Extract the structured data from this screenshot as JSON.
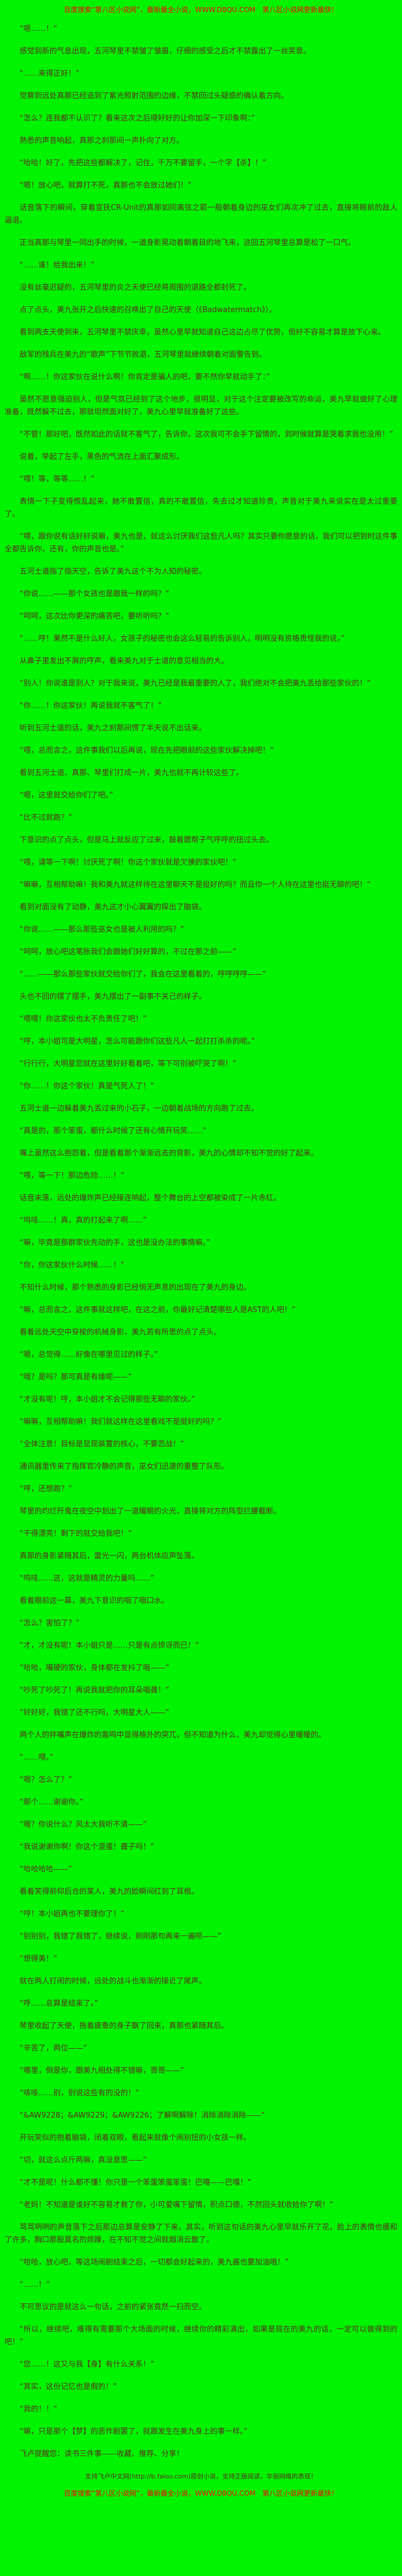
{
  "page": {
    "background_color": "#00f400",
    "text_color": "#5c2b21",
    "accent_color": "#ff0000"
  },
  "header": {
    "promo": "百度搜索“第八区小说网”，最新最全小说，WWW.D8QU.COM　第八区小说网更新最快！"
  },
  "content": {
    "paragraphs": [
      "“嗯……！”",
      "感觉到新的气息出现，五河琴里不禁皱了皱眉，仔细的感受之后才不禁露出了一丝笑意。",
      "“……来得正好！”",
      "觉察到远处真那已经追到了紫光照射范围的边缘，不禁回过头疑惑的确认着方向。",
      "“怎么？连我都不认识了？看来这次之后得好好的让你加深一下印象啊：”",
      "熟悉的声音响起，真那之刹那间一声扑向了对方。",
      "“哈哈！好了，先把这些都解决了，记住，千万不要留手，一个字【杀】！”",
      "“嗯！放心吧，就算打不死，真那也不会放过她们！”",
      "话音落下的瞬间，穿着宣抚CR-Unit的真那如同离弦之箭一般朝着身边的巫女们再次冲了过去，直接将眼前的敌人逼退。",
      "正当真那与琴里一同出手的时候，一道身影晃动着朝着目的地飞来，这回五河琴里总算是松了一口气。",
      "“……谁！给我出来！”",
      "没有丝毫迟疑的，五河琴里的炎之天使已经将周围的退路全都封死了。",
      "点了点头，美九张开之后快速的召唤出了自己的天使（《Badwatermatch》）。",
      "看到两支天使到来，五河琴里不禁庆幸，虽然心里早就知道自己这边占尽了优势，但好不容易才算是放下心来。",
      "敌军的残兵在美九的“歌声”下节节败退，五河琴里就继续朝着对面警告到。",
      "“啊……！你这家伙在说什么啊！你肯定是骗人的吧，要不然你早就动手了：”",
      "虽然不愿意强迫别人，但是气氛已经到了这个地步，很明显，对于这个注定要被改写的命运，美九早就做好了心理准备，既然躲不过去，那就坦然面对好了，美九心里早就准备好了这些。",
      "“不管！那好吧，既然如此的话就不客气了，告诉你，这次我可不会手下留情的，到时候就算是哭着求我也没用！”",
      "说着，举起了左手，黑色的气流在上面汇聚成形。",
      "“喂！等，等等……！”",
      "表情一下子变得慌乱起来，她不敢置信，真的不敢置信，失去过才知道珍贵，声音对于美九来说实在是太过重要了。",
      "“喂，跟你说有话好好说嘛，美九也是，就这么讨厌我们这些凡人吗？其实只要你愿意的话，我们可以把到时这件事全都告诉你，还有，你的声音也是。”",
      "五河士道指了指天空，告诉了美九这个不为人知的秘密。",
      "“你说……——那个女孩也是跟我一样的吗？”",
      "“呵呵，这次比你更深的痛苦吧，要听听吗？”",
      "“……哼！果然不是什么好人，女孩子的秘密也会这么轻易的告诉别人，明明没有资格责怪我的说，”",
      "从鼻子里发出不屑的哼声，看来美九对于士道的意见相当的大。",
      "“别人！你说谁是别人？对于我来说，美九已经是我最重要的人了，我们绝对不会把美九丢给那些家伙的！”",
      "“你……！你这家伙！再说我就不客气了！”",
      "听到五河士道的话，美九之刹那间愣了半天说不出话来。",
      "“喂，总而言之，这件事我们以后再说，现在先把眼前的这些家伙解决掉吧！”",
      "看到五河士道、真那、琴里们打成一片，美九也就不再计较这些了。",
      "“嗯，这里就交给你们了吧。”",
      "“比不过就跑？”",
      "下意识的点了点头，但是马上就反应了过来，鼓着腮帮子气呼呼的扭过头去。",
      "“喂，请等一下啊！讨厌死了啊！你这个家伙就是欠揍的家伙吧！”",
      "“嘛嘛，互相帮助嘛！我和美九就这样待在这里聊天不是挺好的吗？而且你一个人待在这里也挺无聊的吧！”",
      "看到对面没有了动静，美九这才小心翼翼的探出了脑袋。",
      "“你说……——那么那些巫女也是被人利用的吗？”",
      "“呵呵，放心吧这笔账我们会跟她们好好算的，不过在那之前——”",
      "“……——那么那些家伙就交给你们了，我会在这里看着的，哼哼哼哼——”",
      "头也不回的摆了摆手，美九摆出了一副事不关己的样子。",
      "“喂喂！你这家伙也太不负责任了吧！”",
      "“哼，本小姐可是大明星，怎么可能跟你们这些凡人一起打打杀杀的呢。”",
      "“行行行，大明星您就在这里好好看着吧，等下可别被吓哭了啊！”",
      "“你……！你这个家伙！真是气死人了！”",
      "五河士道一边躲着美九丢过来的小石子，一边朝着战场的方向跑了过去。",
      "“真是的，那个笨蛋，都什么时候了还有心情开玩笑……”",
      "嘴上虽然这么抱怨着，但是看着那个渐渐远去的背影，美九的心情却不知不觉的好了起来。",
      "“喂，等一下！那边危险……！”",
      "话音未落，远处的爆炸声已经接连响起，整个舞台的上空都被染成了一片赤红。",
      "“呜哇……！真，真的打起来了啊……”",
      "“嘛，毕竟是那群家伙先动的手，这也是没办法的事情嘛。”",
      "“你，你这家伙什么时候……！”",
      "不知什么时候，那个熟悉的身影已经悄无声息的出现在了美九的身边。",
      "“嘛，总而言之，这件事就这样吧，在这之前，你最好记清楚哪些人是AST的人吧！”",
      "看着远处天空中穿梭的机械身影，美九若有所思的点了点头。",
      "“嗯，总觉得……好像在哪里见过的样子。”",
      "“哦？是吗？那可真是有缘呢——”",
      "“才没有呢！哼，本小姐才不会记得那些无聊的家伙。”",
      "“嘛嘛，互相帮助嘛！我们就这样在这里看戏不是挺好的吗？”",
      "“全体注意！目标是显现装置的核心，不要恋战！”",
      "通讯器里传来了指挥官冷静的声音，巫女们迅速的重整了队形。",
      "“哼，还想跑？”",
      "琴里的灼烂歼鬼在夜空中划出了一道耀眼的火光，直接将对方的阵型拦腰截断。",
      "“干得漂亮！剩下的就交给我吧！”",
      "真那的身影紧随其后，雷光一闪，两台机体应声坠落。",
      "“呜哇……这，这就是精灵的力量吗……”",
      "看着眼前这一幕，美九下意识的咽了咽口水。",
      "“怎么？害怕了？”",
      "“才，才没有呢！本小姐只是……只是有点惊讶而已！”",
      "“哈哈，嘴硬的家伙，身体都在发抖了哦——”",
      "“吵死了吵死了！再说我就把你的耳朵唱聋！”",
      "“好好好，我错了还不行吗，大明星大人——”",
      "两个人的拌嘴声在爆炸的轰鸣中显得格外的突兀，但不知道为什么，美九却觉得心里暖暖的。",
      "“……喂。”",
      "“嗯？怎么了？”",
      "“那个……谢谢你。”",
      "“哦？你说什么？风太大我听不清——”",
      "“我说谢谢你啊！你这个混蛋！聋子吗！”",
      "“哈哈哈哈——”",
      "看着笑得前仰后合的某人，美九的脸瞬间红到了耳根。",
      "“哼！本小姐再也不要理你了！”",
      "“别别别，我错了我错了，继续说，刚刚那句再来一遍呗——”",
      "“想得美！”",
      "就在两人打闹的时候，远处的战斗也渐渐的接近了尾声。",
      "“呼……总算是结束了。”",
      "琴里收起了天使，拖着疲惫的身子飘了回来，真那也紧随其后。",
      "“辛苦了，两位——”",
      "“哪里，倒是你，跟美九相处得不错嘛，哥哥——”",
      "“咳咳……别，别说这些有的没的！”",
      "“&AW9228；&AW9229；&AW9226；了解啊解除！消除消除消除——”",
      "开玩笑似的抱着脑袋，闭着双眼，看起来就像个闹别扭的小女孩一样。",
      "“切，就这么点斤两嘛，真没意思——”",
      "“才不是呢！什么都不懂！你只是一个笨蛋笨蛋笨蛋！巴嘎——巴嘎！”",
      "“老妈！不知道是谁好不容易才救了你，小可爱嘴下留情，积点口德，不然回头就收拾你了啊！”",
      "骂骂咧咧的声音落下之后那边总算是安静了下来，其实，听到这句话的美九心里早就乐开了花，脸上的表情也缓和了许多，胸口那股莫名的烦躁，在不知不觉之间就烟消云散了。",
      "“哈哈，放心吧，等这场闹剧结束之后，一切都会好起来的，美九酱也要加油哦！”",
      "“……！”",
      "不可思议的是就这么一句话，之前的紧张竟然一扫而空。",
      "“所以，继续吧，难得有需要那个大场面的时候，继续你的精彩演出，如果是现在的美九的话，一定可以做得到的吧！”",
      "“您……！这又与我【身】有什么关系！”",
      "“其实，这份记忆也是假的！”",
      "“我的！！”",
      "“嘛，只是那个【梦】的恶作剧罢了，就跟发生在美九身上的事一样。”"
    ]
  },
  "footer": {
    "reminder": "飞卢提醒您：读书三件事——收藏、推荐、分享！",
    "support": "支持飞卢中文网(http://b.faloo.com)原创小说，支持正版阅读，华丽网络的表现！",
    "promo": "百度搜索“第八区小说网”，最新最全小说，WWW.D8QU.COM　第八区小说网更新最快！"
  }
}
